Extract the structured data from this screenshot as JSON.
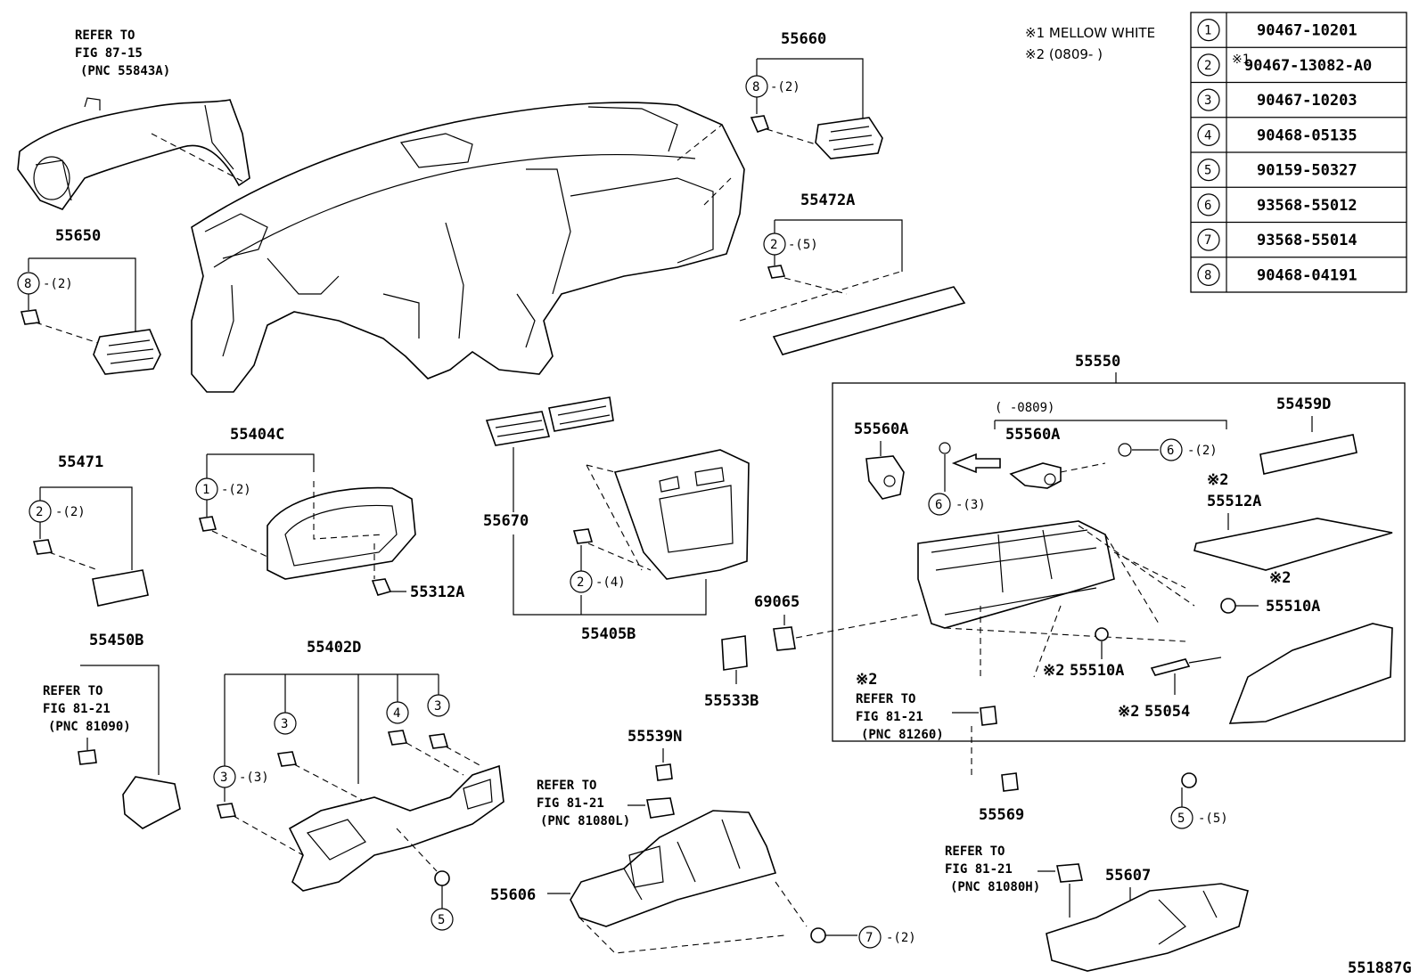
{
  "notes": {
    "n1": "※1 MELLOW WHITE",
    "n2": "※2 (0809-     )",
    "range": "(       -0809)"
  },
  "table": [
    {
      "key": "1",
      "part": "90467-10201",
      "mark": ""
    },
    {
      "key": "2",
      "part": "90467-13082-A0",
      "mark": "※1"
    },
    {
      "key": "3",
      "part": "90467-10203",
      "mark": ""
    },
    {
      "key": "4",
      "part": "90468-05135",
      "mark": ""
    },
    {
      "key": "5",
      "part": "90159-50327",
      "mark": ""
    },
    {
      "key": "6",
      "part": "93568-55012",
      "mark": ""
    },
    {
      "key": "7",
      "part": "93568-55014",
      "mark": ""
    },
    {
      "key": "8",
      "part": "90468-04191",
      "mark": ""
    }
  ],
  "labels": {
    "p55660": "55660",
    "p55472A": "55472A",
    "p55650": "55650",
    "p55550": "55550",
    "p55459D": "55459D",
    "p55560A_1": "55560A",
    "p55560A_2": "55560A",
    "p55512A": "55512A",
    "p55510A_1": "55510A",
    "p55510A_2": "55510A",
    "p55054": "55054",
    "p55404C": "55404C",
    "p55471": "55471",
    "p55670": "55670",
    "p55405B": "55405B",
    "p55312A": "55312A",
    "p69065": "69065",
    "p55533B": "55533B",
    "p55450B": "55450B",
    "p55402D": "55402D",
    "p55539N": "55539N",
    "p55606": "55606",
    "p55569": "55569",
    "p55607": "55607",
    "fig": "551887G"
  },
  "qty": {
    "q2": "-(2)",
    "q3": "-(3)",
    "q4": "-(4)",
    "q5": "-(5)"
  },
  "marks": {
    "m1": "※1",
    "m2": "※2"
  },
  "refs": {
    "r1": {
      "l1": "REFER TO",
      "l2": "FIG 87-15",
      "l3": "(PNC 55843A)"
    },
    "r2": {
      "l1": "REFER TO",
      "l2": "FIG 81-21",
      "l3": "(PNC 81090)"
    },
    "r3": {
      "l1": "REFER TO",
      "l2": "FIG 81-21",
      "l3": "(PNC 81080L)"
    },
    "r4": {
      "l1": "REFER TO",
      "l2": "FIG 81-21",
      "l3": "(PNC 81260)"
    },
    "r5": {
      "l1": "REFER TO",
      "l2": "FIG 81-21",
      "l3": "(PNC 81080H)"
    }
  },
  "callouts": {
    "c1": "1",
    "c2": "2",
    "c3": "3",
    "c4": "4",
    "c5": "5",
    "c6": "6",
    "c7": "7",
    "c8": "8"
  }
}
